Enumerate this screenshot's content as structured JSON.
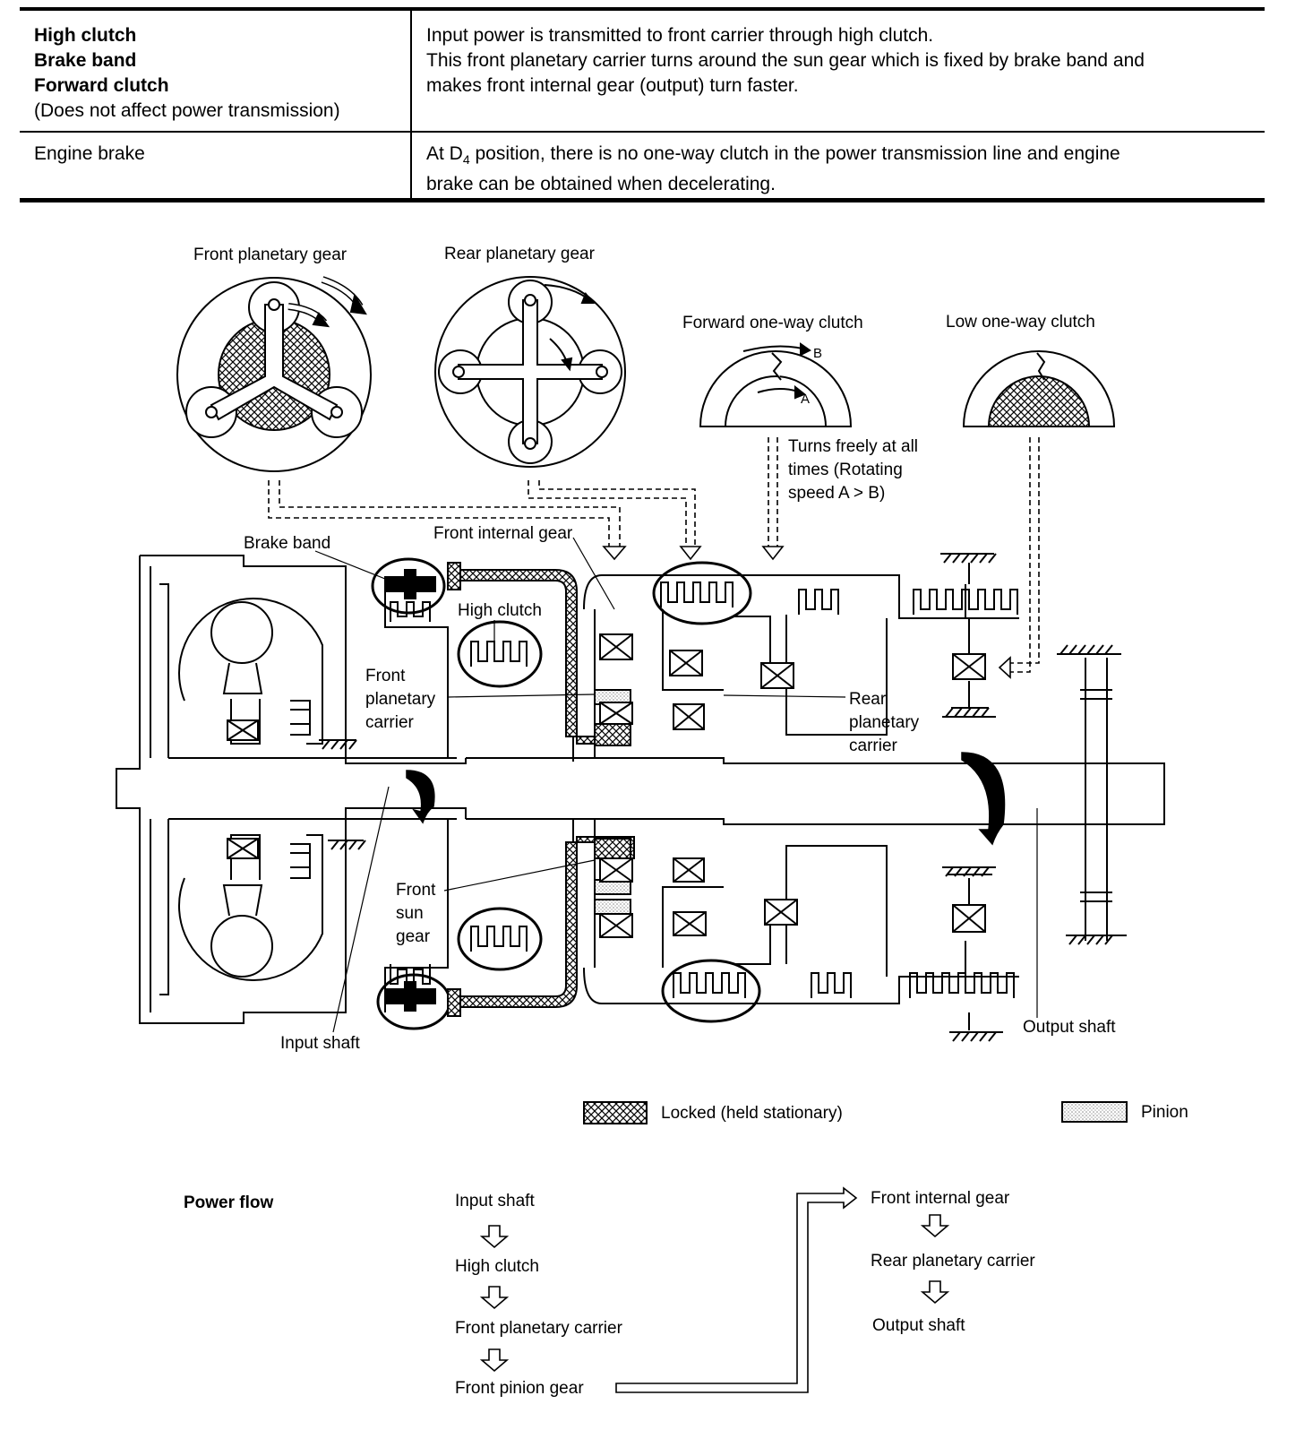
{
  "table": {
    "rows": [
      {
        "elements": [
          "High clutch",
          "Brake band",
          "Forward clutch"
        ],
        "note": "(Does not affect power transmission)",
        "description": [
          "Input power is transmitted to front carrier through high clutch.",
          "This front planetary carrier turns around the sun gear which is fixed by brake band and",
          "makes front internal gear (output) turn faster."
        ]
      },
      {
        "elements": [
          "Engine brake"
        ],
        "description_prefix": "At D",
        "description_subscript": "4",
        "description_line1_rest": " position, there is no one-way clutch in the power transmission line and engine",
        "description_line2": "brake can be obtained when decelerating."
      }
    ]
  },
  "diagram": {
    "gear_titles": {
      "front_planetary": "Front planetary gear",
      "rear_planetary": "Rear planetary gear",
      "forward_one_way": "Forward one-way clutch",
      "low_one_way": "Low one-way clutch"
    },
    "clutch_letters": {
      "a": "A",
      "b": "B"
    },
    "turns_freely": [
      "Turns freely at all",
      "times (Rotating",
      "speed A > B)"
    ],
    "labels": {
      "brake_band": "Brake band",
      "front_internal_gear": "Front internal gear",
      "high_clutch": "High clutch",
      "front_planetary_carrier": [
        "Front",
        "planetary",
        "carrier"
      ],
      "rear_planetary_carrier": [
        "Rear",
        "planetary",
        "carrier"
      ],
      "front_sun_gear": [
        "Front",
        "sun",
        "gear"
      ],
      "input_shaft": "Input shaft",
      "output_shaft": "Output shaft"
    },
    "legend": {
      "locked": "Locked (held stationary)",
      "pinion": "Pinion"
    }
  },
  "power_flow": {
    "title": "Power flow",
    "left_steps": [
      "Input shaft",
      "High clutch",
      "Front planetary carrier",
      "Front pinion gear"
    ],
    "right_steps": [
      "Front internal gear",
      "Rear planetary carrier",
      "Output shaft"
    ]
  }
}
